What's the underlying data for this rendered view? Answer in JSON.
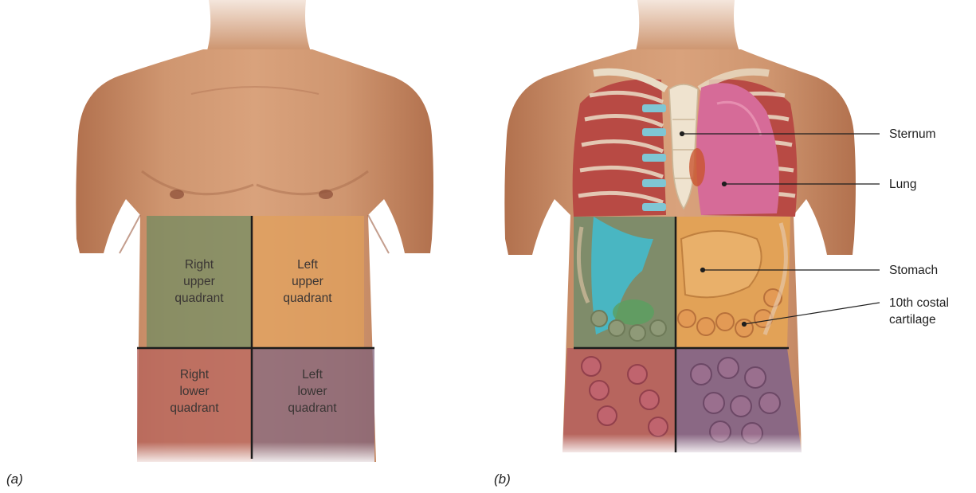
{
  "panels": {
    "a": {
      "label": "(a)",
      "quadrants": {
        "right_upper": "Right\nupper\nquadrant",
        "left_upper": "Left\nupper\nquadrant",
        "right_lower": "Right\nlower\nquadrant",
        "left_lower": "Left\nlower\nquadrant"
      }
    },
    "b": {
      "label": "(b)",
      "callouts": {
        "sternum": "Sternum",
        "lung": "Lung",
        "stomach": "Stomach",
        "costal_cartilage": "10th costal\ncartilage"
      }
    }
  },
  "colors": {
    "skin": "#c98c63",
    "skin_shadow": "#a8684a",
    "right_upper": "#7b8c63",
    "left_upper": "#d59a5c",
    "right_lower": "#b86a5c",
    "left_lower": "#8c6a78",
    "rib": "#b24a45",
    "cartilage": "#7fc6d4",
    "lung": "#d46a96",
    "stomach": "#e6a35a",
    "intestine": "#d98a52",
    "divider": "#1c1c1c"
  }
}
